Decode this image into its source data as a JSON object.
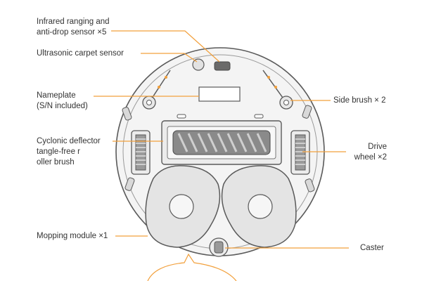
{
  "diagram": {
    "colors": {
      "leader": "#f2a03c",
      "outline": "#5a5a5a",
      "fill_light": "#f1f1f1",
      "fill_mid": "#e2e2e2",
      "text": "#333333"
    },
    "labels": {
      "infrared": [
        "Infrared ranging and",
        "anti-drop sensor ×5"
      ],
      "ultrasonic": [
        "Ultrasonic carpet sensor"
      ],
      "nameplate": [
        "Nameplate",
        "(S/N included)"
      ],
      "cyclonic": [
        "Cyclonic deflector",
        "tangle-free r",
        "oller brush"
      ],
      "mopping": [
        "Mopping module ×1"
      ],
      "side_brush": [
        "Side brush × 2"
      ],
      "drive_wheel": [
        "Drive",
        "wheel ×2"
      ],
      "caster": [
        "Caster"
      ]
    }
  }
}
